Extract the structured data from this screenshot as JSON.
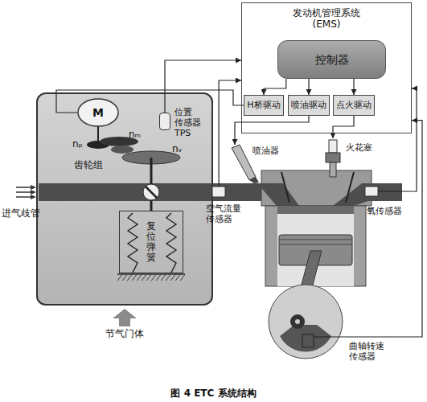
{
  "diagram": {
    "caption": "图 4 ETC 系统结构",
    "nodes": [
      {
        "text": [
          "发动机管理系统 (EMS)"
        ]
      },
      {
        "text": [
          "控制器"
        ],
        "in": 0
      },
      {
        "text": [
          "H桥驱动"
        ],
        "in": 0
      },
      {
        "text": [
          "喷油驱动"
        ],
        "in": 0
      },
      {
        "text": [
          "点火驱动"
        ],
        "in": 0
      },
      {
        "text": [
          "节气门体"
        ]
      },
      {
        "text": [
          "M"
        ],
        "in": 5
      },
      {
        "text": [
          "位置 传感器 TPS"
        ],
        "in": 5
      },
      {
        "text": [
          "复位弹簧"
        ],
        "in": 5
      },
      {
        "text": [
          "空气流量 传感器"
        ]
      },
      {
        "text": [
          "喷油器"
        ]
      },
      {
        "text": [
          "火花塞"
        ]
      },
      {
        "text": [
          "氧传感器"
        ]
      },
      {
        "text": [
          "曲轴转速 传感器"
        ]
      }
    ],
    "edges": [
      {
        "from": 1,
        "to": 2,
        "arrow": "to"
      },
      {
        "from": 1,
        "to": 3,
        "arrow": "to"
      },
      {
        "from": 1,
        "to": 4,
        "arrow": "to"
      },
      {
        "from": 2,
        "to": 6,
        "arrow": "none"
      },
      {
        "from": 7,
        "to": 0,
        "arrow": "to"
      },
      {
        "from": 3,
        "to": 10,
        "arrow": "to"
      },
      {
        "from": 4,
        "to": 11,
        "arrow": "to"
      },
      {
        "from": 9,
        "to": 0,
        "arrow": "to"
      },
      {
        "from": 12,
        "to": 0,
        "arrow": "to"
      },
      {
        "from": 13,
        "to": 0,
        "arrow": "to"
      }
    ],
    "labels": [
      "进气歧管",
      "齿轮组",
      "nₚ",
      "nₘ",
      "nᵥ"
    ]
  }
}
